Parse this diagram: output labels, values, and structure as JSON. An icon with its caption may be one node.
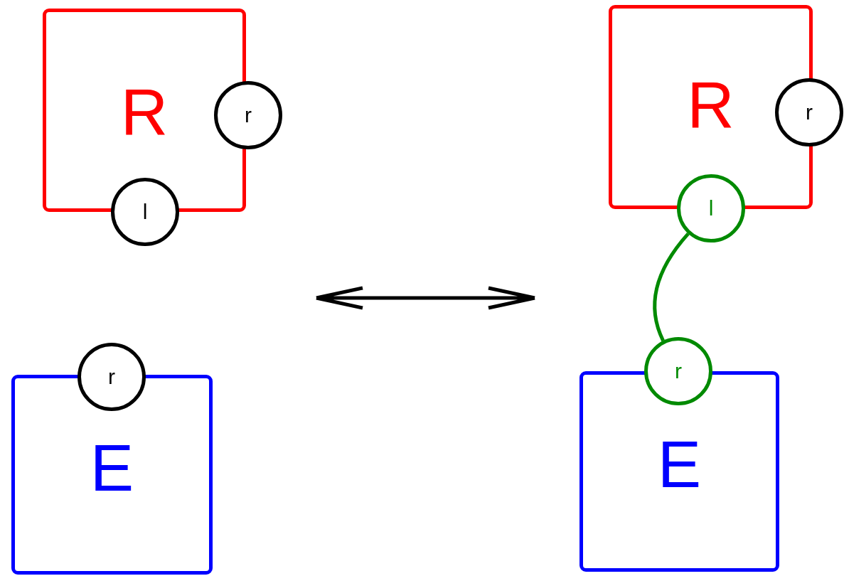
{
  "diagram": {
    "nodes": [
      {
        "text": [
          "R"
        ]
      },
      {
        "text": [
          "r"
        ]
      },
      {
        "text": [
          "l"
        ]
      },
      {
        "text": [
          "E"
        ]
      },
      {
        "text": [
          "r"
        ]
      },
      {
        "text": [
          "R"
        ]
      },
      {
        "text": [
          "r"
        ]
      },
      {
        "text": [
          "l"
        ]
      },
      {
        "text": [
          "E"
        ]
      },
      {
        "text": [
          "r"
        ]
      }
    ],
    "edges": [
      {
        "from": 7,
        "to": 9,
        "arrow": "none",
        "color": "#008a00"
      }
    ]
  }
}
